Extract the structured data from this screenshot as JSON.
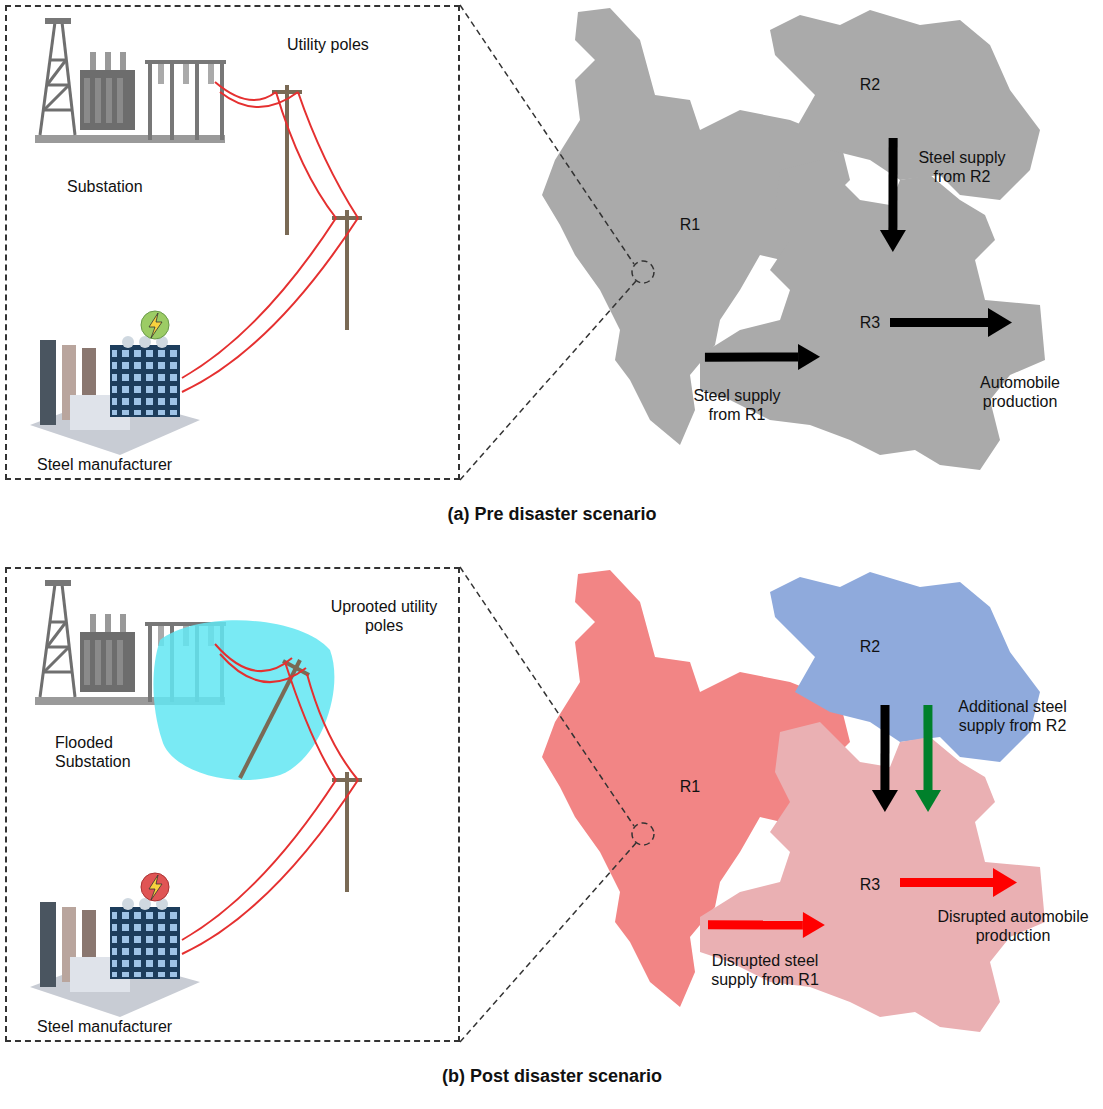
{
  "diagram": {
    "nodes": [
      {
        "text": [
          "Utility poles",
          "Substation",
          "Steel manufacturer"
        ]
      },
      {
        "text": [
          "R1"
        ]
      },
      {
        "text": [
          "R2"
        ]
      },
      {
        "text": [
          "R3"
        ]
      },
      {
        "text": [
          "Uprooted utility poles",
          "Flooded Substation",
          "Steel manufacturer"
        ]
      },
      {
        "text": [
          "R1"
        ]
      },
      {
        "text": [
          "R2"
        ]
      },
      {
        "text": [
          "R3"
        ]
      }
    ],
    "edges": [
      {
        "from": 2,
        "to": 3,
        "arrow": "to",
        "label": "Steel supply from R2"
      },
      {
        "from": 1,
        "to": 3,
        "arrow": "to",
        "label": "Steel supply from R1"
      },
      {
        "from": 6,
        "to": 7,
        "arrow": "to"
      },
      {
        "from": 6,
        "to": 7,
        "arrow": "to",
        "label": "Additional steel supply from R2"
      },
      {
        "from": 5,
        "to": 7,
        "arrow": "to",
        "label": "Disrupted steel supply from R1"
      }
    ],
    "labels": [
      "Automobile production",
      "(a) Pre disaster scenario",
      "Disrupted automobile production",
      "(b) Post disaster scenario"
    ]
  }
}
